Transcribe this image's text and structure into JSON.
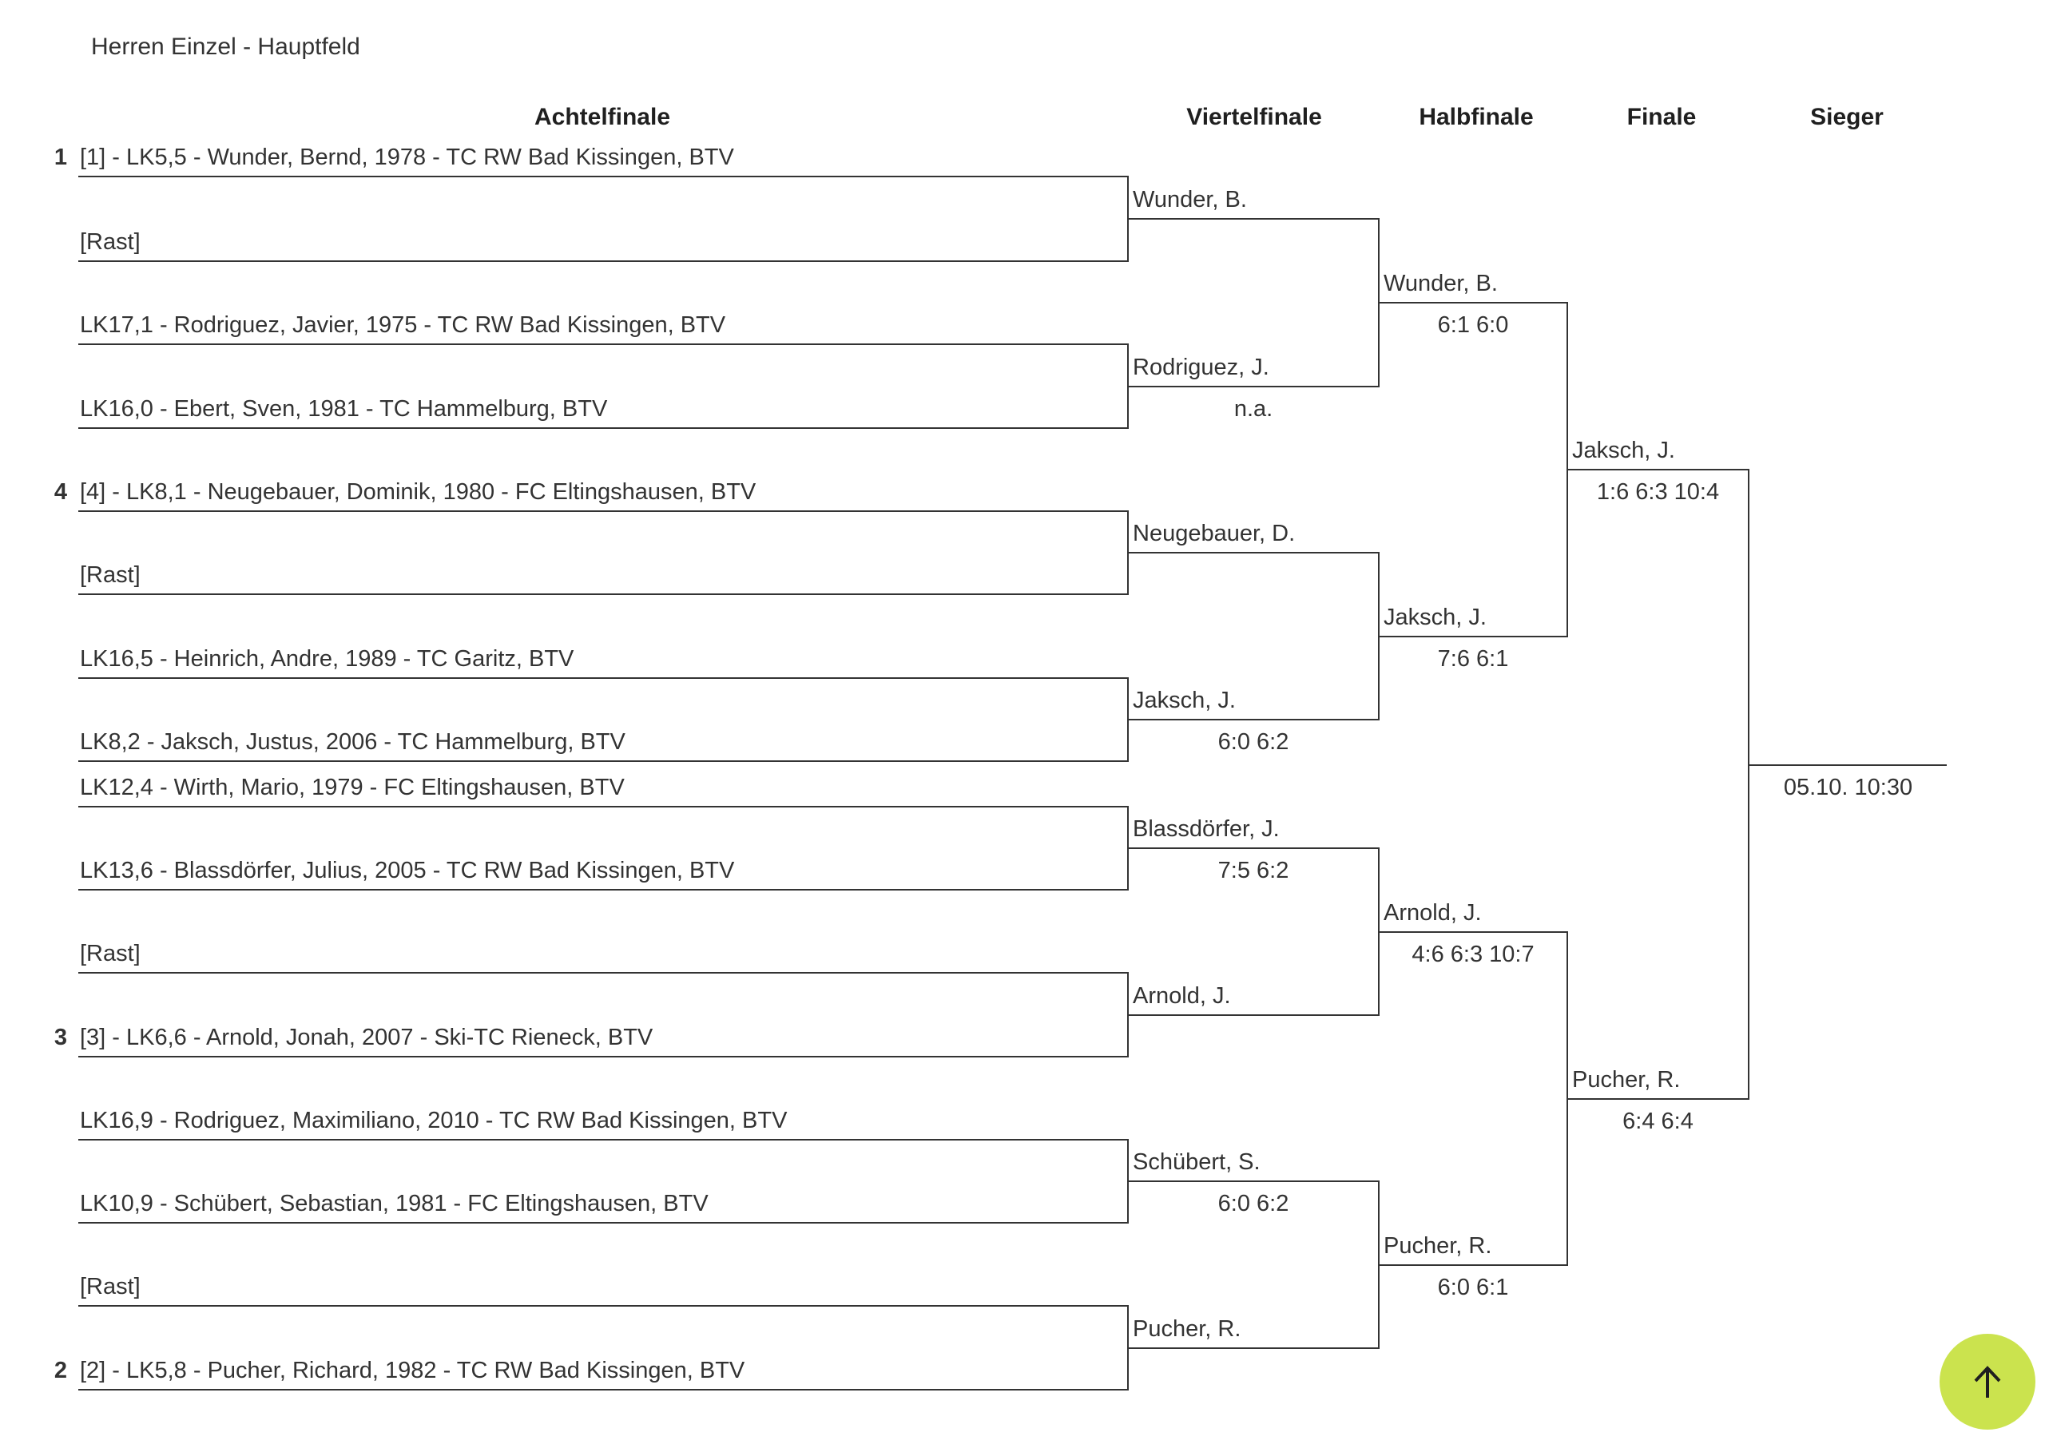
{
  "page": {
    "title": "Herren Einzel - Hauptfeld"
  },
  "round_headers": {
    "achtelfinale": "Achtelfinale",
    "viertelfinale": "Viertelfinale",
    "halbfinale": "Halbfinale",
    "finale": "Finale",
    "sieger": "Sieger"
  },
  "r16": [
    {
      "seed": "1",
      "text": "[1] - LK5,5 - Wunder, Bernd, 1978 - TC RW Bad Kissingen, BTV"
    },
    {
      "seed": "",
      "text": "[Rast]"
    },
    {
      "seed": "",
      "text": "LK17,1 - Rodriguez, Javier, 1975 - TC RW Bad Kissingen, BTV"
    },
    {
      "seed": "",
      "text": "LK16,0 - Ebert, Sven, 1981 - TC Hammelburg, BTV"
    },
    {
      "seed": "4",
      "text": "[4] - LK8,1 - Neugebauer, Dominik, 1980 - FC Eltingshausen, BTV"
    },
    {
      "seed": "",
      "text": "[Rast]"
    },
    {
      "seed": "",
      "text": "LK16,5 - Heinrich, Andre, 1989 - TC Garitz, BTV"
    },
    {
      "seed": "",
      "text": "LK8,2 - Jaksch, Justus, 2006 - TC Hammelburg, BTV"
    },
    {
      "seed": "",
      "text": "LK12,4 - Wirth, Mario, 1979 - FC Eltingshausen, BTV"
    },
    {
      "seed": "",
      "text": "LK13,6 - Blassdörfer, Julius, 2005 - TC RW Bad Kissingen, BTV"
    },
    {
      "seed": "",
      "text": "[Rast]"
    },
    {
      "seed": "3",
      "text": "[3] - LK6,6 - Arnold, Jonah, 2007 - Ski-TC Rieneck, BTV"
    },
    {
      "seed": "",
      "text": "LK16,9 - Rodriguez, Maximiliano, 2010 - TC RW Bad Kissingen, BTV"
    },
    {
      "seed": "",
      "text": "LK10,9 - Schübert, Sebastian, 1981 - FC Eltingshausen, BTV"
    },
    {
      "seed": "",
      "text": "[Rast]"
    },
    {
      "seed": "2",
      "text": "[2] - LK5,8 - Pucher, Richard, 1982 - TC RW Bad Kissingen, BTV"
    }
  ],
  "qf": [
    {
      "name": "Wunder, B.",
      "score": ""
    },
    {
      "name": "Rodriguez, J.",
      "score": "n.a."
    },
    {
      "name": "Neugebauer, D.",
      "score": ""
    },
    {
      "name": "Jaksch, J.",
      "score": "6:0 6:2"
    },
    {
      "name": "Blassdörfer, J.",
      "score": "7:5 6:2"
    },
    {
      "name": "Arnold, J.",
      "score": ""
    },
    {
      "name": "Schübert, S.",
      "score": "6:0 6:2"
    },
    {
      "name": "Pucher, R.",
      "score": ""
    }
  ],
  "sf": [
    {
      "name": "Wunder, B.",
      "score": "6:1 6:0"
    },
    {
      "name": "Jaksch, J.",
      "score": "7:6 6:1"
    },
    {
      "name": "Arnold, J.",
      "score": "4:6 6:3 10:7"
    },
    {
      "name": "Pucher, R.",
      "score": "6:0 6:1"
    }
  ],
  "final": [
    {
      "name": "Jaksch, J.",
      "score": "1:6 6:3 10:4"
    },
    {
      "name": "Pucher, R.",
      "score": "6:4 6:4"
    }
  ],
  "winner_slot": {
    "schedule": "05.10. 10:30"
  },
  "colors": {
    "accent_green": "#cbe34e",
    "text": "#333333",
    "line": "#333333"
  },
  "icons": {
    "fab": "arrow-up-icon"
  }
}
